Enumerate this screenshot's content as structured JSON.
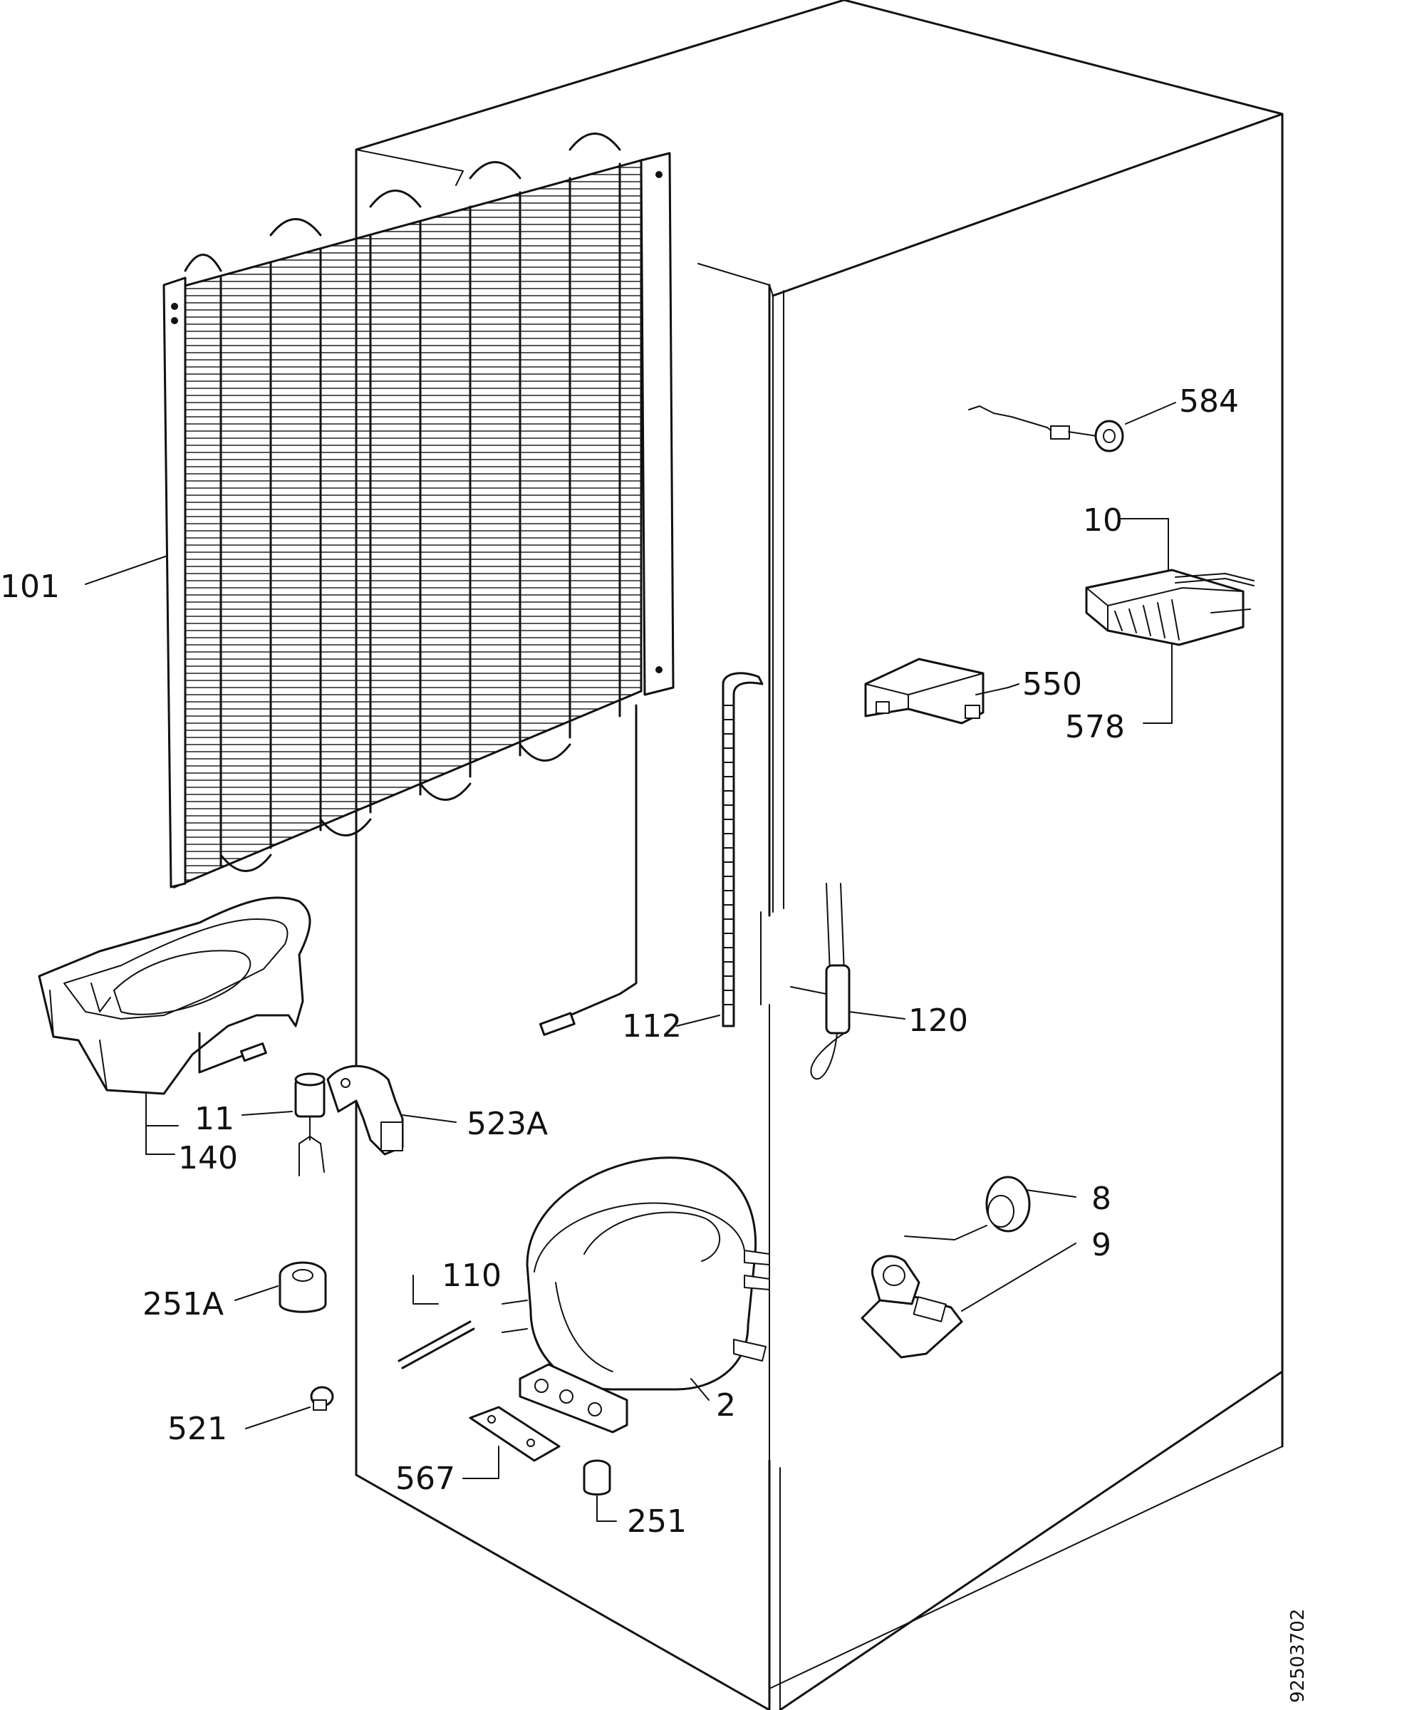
{
  "diagram": {
    "document_number": "92503702",
    "callouts": [
      {
        "id": "584",
        "text": "584"
      },
      {
        "id": "10",
        "text": "10"
      },
      {
        "id": "101",
        "text": "101"
      },
      {
        "id": "550",
        "text": "550"
      },
      {
        "id": "578",
        "text": "578"
      },
      {
        "id": "112",
        "text": "112"
      },
      {
        "id": "120",
        "text": "120"
      },
      {
        "id": "11",
        "text": "11"
      },
      {
        "id": "523A",
        "text": "523A"
      },
      {
        "id": "140",
        "text": "140"
      },
      {
        "id": "8",
        "text": "8"
      },
      {
        "id": "9",
        "text": "9"
      },
      {
        "id": "110",
        "text": "110"
      },
      {
        "id": "251A",
        "text": "251A"
      },
      {
        "id": "2",
        "text": "2"
      },
      {
        "id": "521",
        "text": "521"
      },
      {
        "id": "567",
        "text": "567"
      },
      {
        "id": "251",
        "text": "251"
      }
    ]
  }
}
